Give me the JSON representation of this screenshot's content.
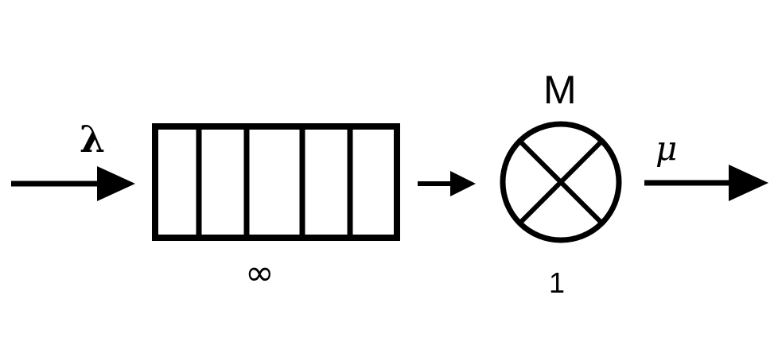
{
  "diagram": {
    "type": "queueing-model",
    "arrival_rate_label": "λ",
    "service_rate_label": "μ",
    "server_type_label": "M",
    "queue_capacity_label": "∞",
    "server_count_label": "1",
    "queue_slot_count": 5,
    "stroke_color": "#000000",
    "background_color": "#ffffff"
  }
}
